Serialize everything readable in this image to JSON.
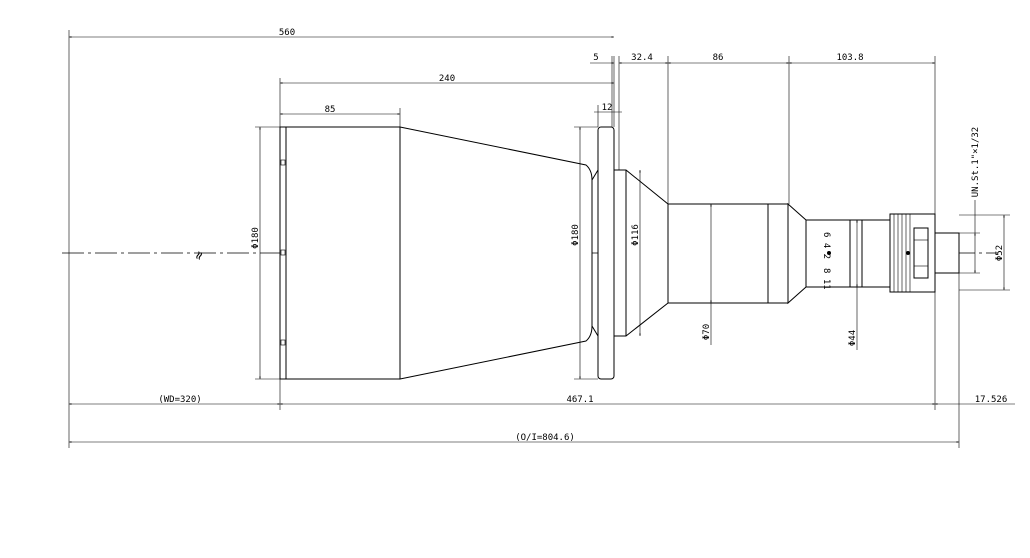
{
  "dimensions": {
    "total_length": "560",
    "body_240": "240",
    "front_85": "85",
    "gap_5": "5",
    "step_32_4": "32.4",
    "mid_86": "86",
    "rear_103_8": "103.8",
    "flange_12": "12",
    "wd": "(WD=320)",
    "lens_length": "467.1",
    "flange_back": "17.526",
    "oi": "(O/I=804.6)"
  },
  "diameters": {
    "front_outer": "Φ180",
    "flange_outer": "Φ180",
    "cone_116": "Φ116",
    "barrel_70": "Φ70",
    "neck_44": "Φ44",
    "mount_52": "Φ52"
  },
  "thread_spec": "UN.St.1\"×1/32",
  "break_symbol": "≈"
}
